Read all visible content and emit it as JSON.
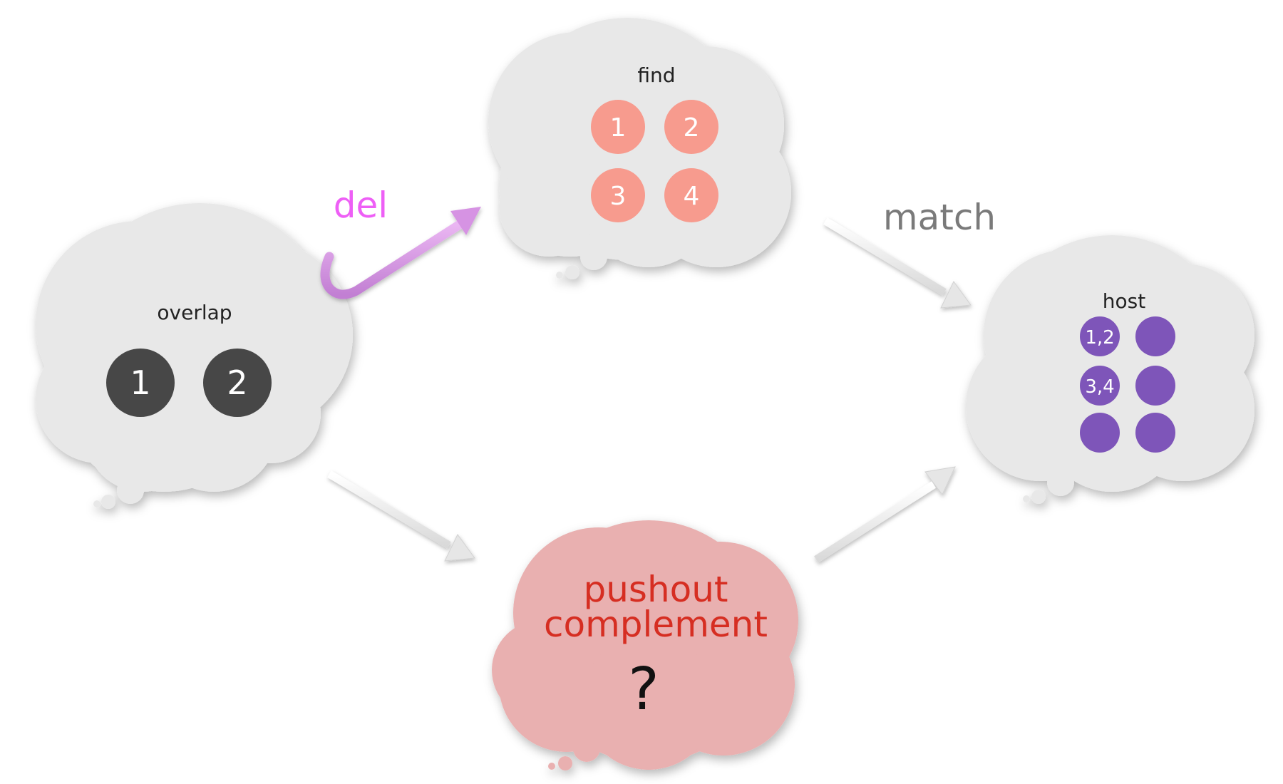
{
  "clouds": {
    "overlap": {
      "label": "overlap",
      "nodes": [
        "1",
        "2"
      ]
    },
    "find": {
      "label": "find",
      "nodes": [
        "1",
        "2",
        "3",
        "4"
      ]
    },
    "host": {
      "label": "host",
      "nodes": [
        "1,2",
        "",
        "3,4",
        "",
        "",
        ""
      ]
    },
    "pushout": {
      "line1": "pushout",
      "line2": "complement",
      "question": "?"
    }
  },
  "arrows": {
    "del": {
      "label": "del"
    },
    "match": {
      "label": "match"
    }
  },
  "colors": {
    "cloud_gray": "#e8e8e8",
    "cloud_pink": "#e9b0b0",
    "node_dark": "#474747",
    "node_salmon": "#f79b8e",
    "node_purple": "#7e55b9",
    "del_arrow": "#d693e3",
    "del_text": "#ee5ff6",
    "match_text": "#7a7a7a",
    "pushout_text": "#d62e22",
    "arrow_gray": "#f0f0f0"
  }
}
